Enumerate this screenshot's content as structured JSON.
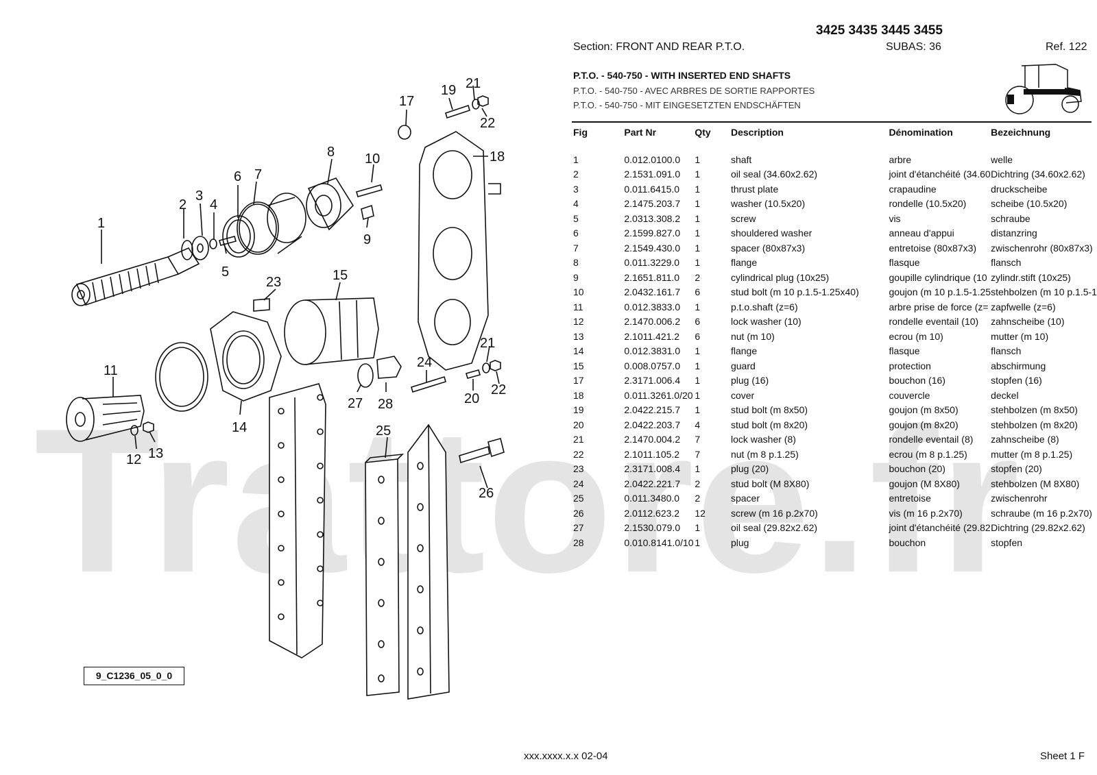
{
  "header": {
    "models": "3425 3435 3445 3455",
    "section": "Section: FRONT  AND  REAR  P.T.O.",
    "subas": "SUBAS: 36",
    "ref": "Ref. 122",
    "title_en": "P.T.O. - 540-750 - WITH INSERTED END SHAFTS",
    "title_fr": "P.T.O. - 540-750 - AVEC ARBRES DE SORTIE RAPPORTES",
    "title_de": "P.T.O. - 540-750 - MIT EINGESETZTEN ENDSCHÄFTEN"
  },
  "table": {
    "columns": [
      "Fig",
      "Part Nr",
      "Qty",
      "Description",
      "Dénomination",
      "Bezeichnung"
    ],
    "rows": [
      {
        "fig": "1",
        "part": "0.012.0100.0",
        "qty": "1",
        "desc": "shaft",
        "den": "arbre",
        "bez": "welle"
      },
      {
        "fig": "2",
        "part": "2.1531.091.0",
        "qty": "1",
        "desc": "oil seal (34.60x2.62)",
        "den": "joint d'étanchéité (34.60",
        "bez": "Dichtring (34.60x2.62)"
      },
      {
        "fig": "3",
        "part": "0.011.6415.0",
        "qty": "1",
        "desc": "thrust plate",
        "den": "crapaudine",
        "bez": "druckscheibe"
      },
      {
        "fig": "4",
        "part": "2.1475.203.7",
        "qty": "1",
        "desc": "washer (10.5x20)",
        "den": "rondelle (10.5x20)",
        "bez": "scheibe (10.5x20)"
      },
      {
        "fig": "5",
        "part": "2.0313.308.2",
        "qty": "1",
        "desc": "screw",
        "den": "vis",
        "bez": "schraube"
      },
      {
        "fig": "6",
        "part": "2.1599.827.0",
        "qty": "1",
        "desc": "shouldered washer",
        "den": "anneau d'appui",
        "bez": "distanzring"
      },
      {
        "fig": "7",
        "part": "2.1549.430.0",
        "qty": "1",
        "desc": "spacer (80x87x3)",
        "den": "entretoise (80x87x3)",
        "bez": "zwischenrohr (80x87x3)"
      },
      {
        "fig": "8",
        "part": "0.011.3229.0",
        "qty": "1",
        "desc": "flange",
        "den": "flasque",
        "bez": "flansch"
      },
      {
        "fig": "9",
        "part": "2.1651.811.0",
        "qty": "2",
        "desc": "cylindrical plug (10x25)",
        "den": "goupille cylindrique (10",
        "bez": "zylindr.stift (10x25)"
      },
      {
        "fig": "10",
        "part": "2.0432.161.7",
        "qty": "6",
        "desc": "stud bolt (m 10 p.1.5-1.25x40)",
        "den": "goujon (m 10 p.1.5-1.25",
        "bez": "stehbolzen (m 10 p.1.5-1"
      },
      {
        "fig": "11",
        "part": "0.012.3833.0",
        "qty": "1",
        "desc": "p.t.o.shaft (z=6)",
        "den": "arbre prise de force (z=",
        "bez": "zapfwelle (z=6)"
      },
      {
        "fig": "12",
        "part": "2.1470.006.2",
        "qty": "6",
        "desc": "lock washer (10)",
        "den": "rondelle eventail (10)",
        "bez": "zahnscheibe (10)"
      },
      {
        "fig": "13",
        "part": "2.1011.421.2",
        "qty": "6",
        "desc": "nut (m 10)",
        "den": "ecrou (m 10)",
        "bez": "mutter (m 10)"
      },
      {
        "fig": "14",
        "part": "0.012.3831.0",
        "qty": "1",
        "desc": "flange",
        "den": "flasque",
        "bez": "flansch"
      },
      {
        "fig": "15",
        "part": "0.008.0757.0",
        "qty": "1",
        "desc": "guard",
        "den": "protection",
        "bez": "abschirmung"
      },
      {
        "fig": "17",
        "part": "2.3171.006.4",
        "qty": "1",
        "desc": "plug (16)",
        "den": "bouchon (16)",
        "bez": "stopfen (16)"
      },
      {
        "fig": "18",
        "part": "0.011.3261.0/20",
        "qty": "1",
        "desc": "cover",
        "den": "couvercle",
        "bez": "deckel"
      },
      {
        "fig": "19",
        "part": "2.0422.215.7",
        "qty": "1",
        "desc": "stud bolt (m 8x50)",
        "den": "goujon (m 8x50)",
        "bez": "stehbolzen (m 8x50)"
      },
      {
        "fig": "20",
        "part": "2.0422.203.7",
        "qty": "4",
        "desc": "stud bolt (m 8x20)",
        "den": "goujon (m 8x20)",
        "bez": "stehbolzen (m 8x20)"
      },
      {
        "fig": "21",
        "part": "2.1470.004.2",
        "qty": "7",
        "desc": "lock washer (8)",
        "den": "rondelle eventail (8)",
        "bez": "zahnscheibe (8)"
      },
      {
        "fig": "22",
        "part": "2.1011.105.2",
        "qty": "7",
        "desc": "nut (m 8 p.1.25)",
        "den": "ecrou (m 8 p.1.25)",
        "bez": "mutter (m 8 p.1.25)"
      },
      {
        "fig": "23",
        "part": "2.3171.008.4",
        "qty": "1",
        "desc": "plug (20)",
        "den": "bouchon (20)",
        "bez": "stopfen (20)"
      },
      {
        "fig": "24",
        "part": "2.0422.221.7",
        "qty": "2",
        "desc": "stud bolt (M 8X80)",
        "den": "goujon (M 8X80)",
        "bez": "stehbolzen (M 8X80)"
      },
      {
        "fig": "25",
        "part": "0.011.3480.0",
        "qty": "2",
        "desc": "spacer",
        "den": "entretoise",
        "bez": "zwischenrohr"
      },
      {
        "fig": "26",
        "part": "2.0112.623.2",
        "qty": "12",
        "desc": "screw (m 16 p.2x70)",
        "den": "vis (m 16 p.2x70)",
        "bez": "schraube (m 16 p.2x70)"
      },
      {
        "fig": "27",
        "part": "2.1530.079.0",
        "qty": "1",
        "desc": "oil seal (29.82x2.62)",
        "den": "joint d'étanchéité (29.82",
        "bez": "Dichtring (29.82x2.62)"
      },
      {
        "fig": "28",
        "part": "0.010.8141.0/10",
        "qty": "1",
        "desc": "plug",
        "den": "bouchon",
        "bez": "stopfen"
      }
    ]
  },
  "diagram": {
    "callouts": [
      "1",
      "2",
      "3",
      "4",
      "5",
      "6",
      "7",
      "8",
      "9",
      "10",
      "11",
      "12",
      "13",
      "14",
      "15",
      "17",
      "18",
      "19",
      "20",
      "21",
      "21",
      "22",
      "22",
      "23",
      "24",
      "25",
      "26",
      "27",
      "28"
    ],
    "code": "9_C1236_05_0_0"
  },
  "watermark": "Trattore.fr",
  "footer": {
    "code": "xxx.xxxx.x.x  02-04",
    "sheet": "Sheet 1 F"
  }
}
